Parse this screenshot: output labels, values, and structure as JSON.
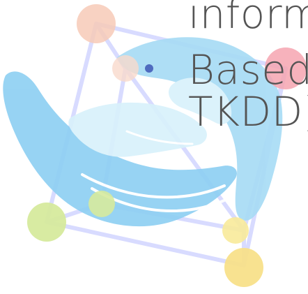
{
  "slide": {
    "partial_line_1": "informa",
    "bullet_line_1": "Based c",
    "bullet_line_2": "TKDD) |"
  },
  "logo": {
    "icon": "hands-over-network-logo",
    "colors": {
      "hand_blue": "#8fd0f2",
      "hand_light": "#d9f1fb",
      "frame_lavender": "#d8dbff",
      "node_peach": "#f7cab7",
      "node_pink": "#f6a4b0",
      "node_green": "#d6ea9d",
      "node_yellow": "#f8ea9a"
    }
  },
  "bullet": {
    "color": "#4f6bbf"
  }
}
